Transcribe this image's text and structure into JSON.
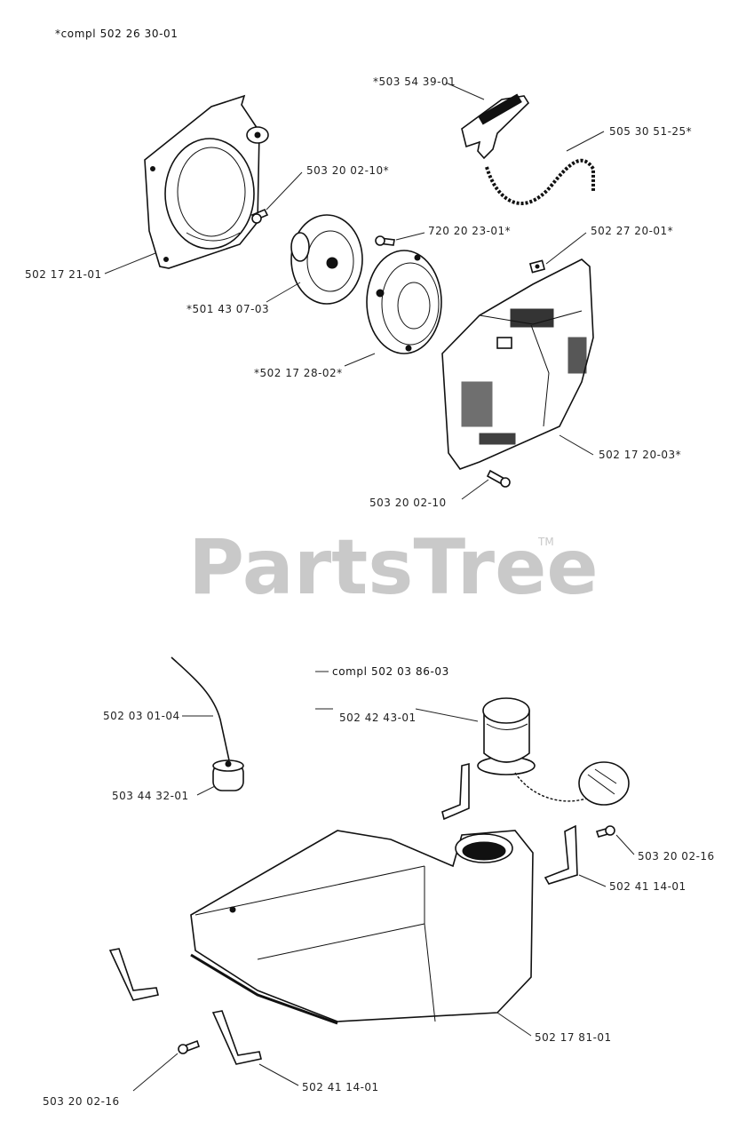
{
  "header": {
    "assembly_label": "*compl 502 26 30-01"
  },
  "top_assembly": {
    "labels": {
      "handle": "*503 54 39-01",
      "cord": "505 30 51-25*",
      "screw_a": "503 20 02-10*",
      "screw_b": "720 20 23-01*",
      "nut": "502 27 20-01*",
      "fan_housing": "502 17 21-01",
      "pulley": "*501 43 07-03",
      "starter": "*502 17 28-02*",
      "cover": "502 17 20-03*",
      "screw_c": "503 20 02-10"
    }
  },
  "bottom_assembly": {
    "labels": {
      "compl": "compl 502 03 86-03",
      "cap": "502 42 43-01",
      "hose": "502 03 01-04",
      "filter": "503 44 32-01",
      "screw_d": "503 20 02-16",
      "bracket_right": "502 41 14-01",
      "tank": "502 17 81-01",
      "screw_e": "503 20 02-16",
      "bracket_bottom": "502 41 14-01"
    }
  },
  "watermark": {
    "text": "PartsTree",
    "tm": "TM"
  }
}
